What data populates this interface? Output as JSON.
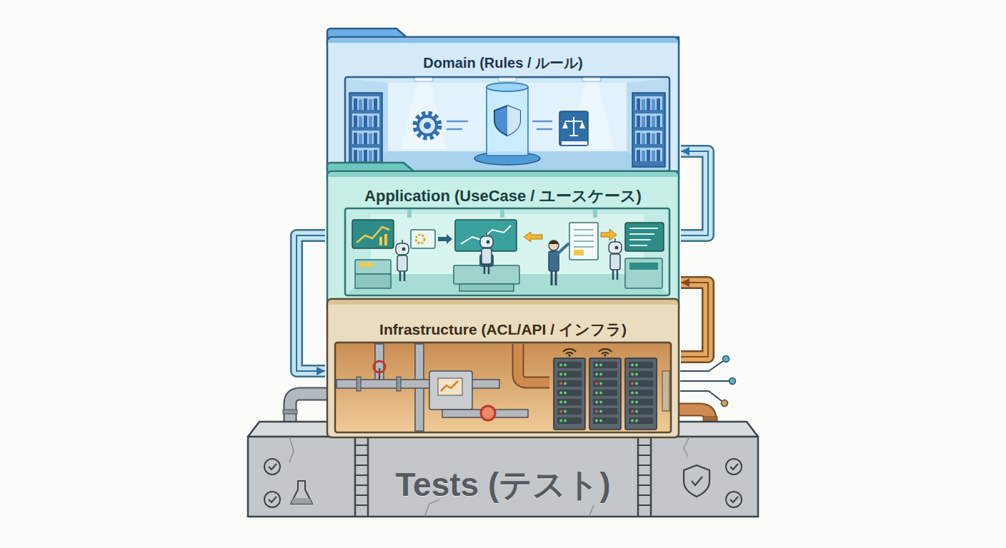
{
  "diagram": {
    "nodes": [
      {
        "text": [
          "Domain (Rules / ルール)"
        ]
      },
      {
        "text": [
          "Application (UseCase / ユースケース)"
        ]
      },
      {
        "text": [
          "Infrastructure (ACL/API / インフラ)"
        ]
      },
      {
        "text": [
          "Tests (テスト)"
        ]
      }
    ],
    "edges": [
      {
        "from": 1,
        "to": 0,
        "arrow": "to"
      },
      {
        "from": 1,
        "to": 2,
        "arrow": "to"
      },
      {
        "from": 2,
        "to": 1,
        "arrow": "to"
      }
    ]
  }
}
